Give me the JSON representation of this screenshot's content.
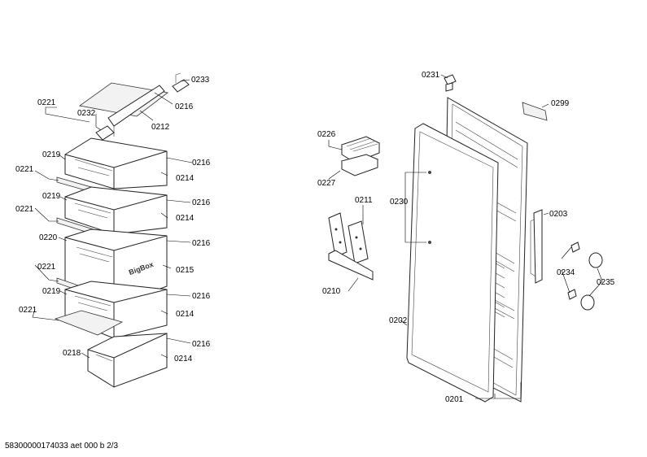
{
  "labels": {
    "p0233": "0233",
    "p0221a": "0221",
    "p0232": "0232",
    "p0216a": "0216",
    "p0212": "0212",
    "p0219a": "0219",
    "p0216b": "0216",
    "p0221b": "0221",
    "p0214a": "0214",
    "p0219b": "0219",
    "p0216c": "0216",
    "p0221c": "0221",
    "p0214b": "0214",
    "p0220": "0220",
    "p0216d": "0216",
    "p0221d": "0221",
    "p0215": "0215",
    "p0219c": "0219",
    "p0216e": "0216",
    "p0221e": "0221",
    "p0214c": "0214",
    "p0216f": "0216",
    "p0218": "0218",
    "p0214d": "0214",
    "p0226": "0226",
    "p0227": "0227",
    "p0211": "0211",
    "p0210": "0210",
    "p0231": "0231",
    "p0230": "0230",
    "p0299": "0299",
    "p0203": "0203",
    "p0234": "0234",
    "p0235": "0235",
    "p0202": "0202",
    "p0201": "0201"
  },
  "drawer_brand": "BigBox",
  "footer": "58300000174033 aet 000 b 2/3"
}
